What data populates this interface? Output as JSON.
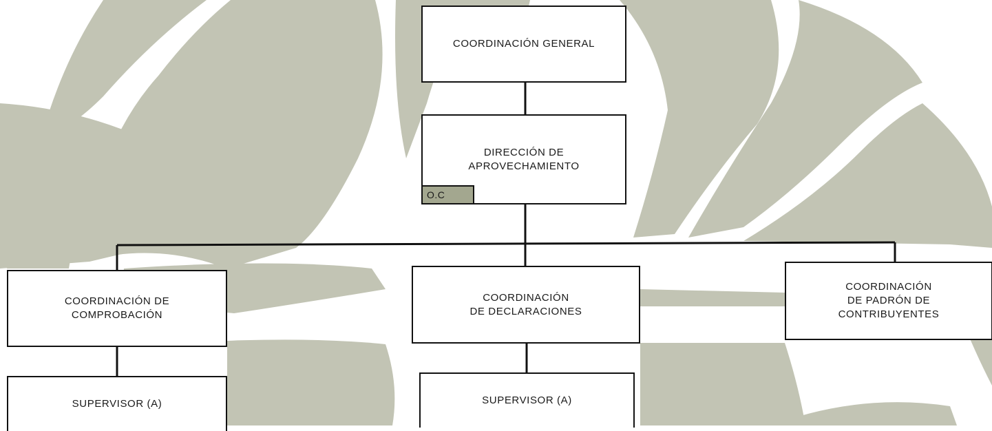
{
  "colors": {
    "watermark": "#c2c4b4",
    "tag_fill": "#a3a78f",
    "line": "#111111"
  },
  "org_chart": {
    "coordinacion_general": "COORDINACIÓN GENERAL",
    "direccion": "DIRECCIÓN DE\nAPROVECHAMIENTO",
    "oc_tag": "O.C",
    "comprobacion": "COORDINACIÓN DE\nCOMPROBACIÓN",
    "declaraciones": "COORDINACIÓN\nDE DECLARACIONES",
    "padron": "COORDINACIÓN\nDE PADRÓN DE\nCONTRIBUYENTES",
    "supervisor_left": "SUPERVISOR (A)",
    "supervisor_center": "SUPERVISOR (A)"
  }
}
